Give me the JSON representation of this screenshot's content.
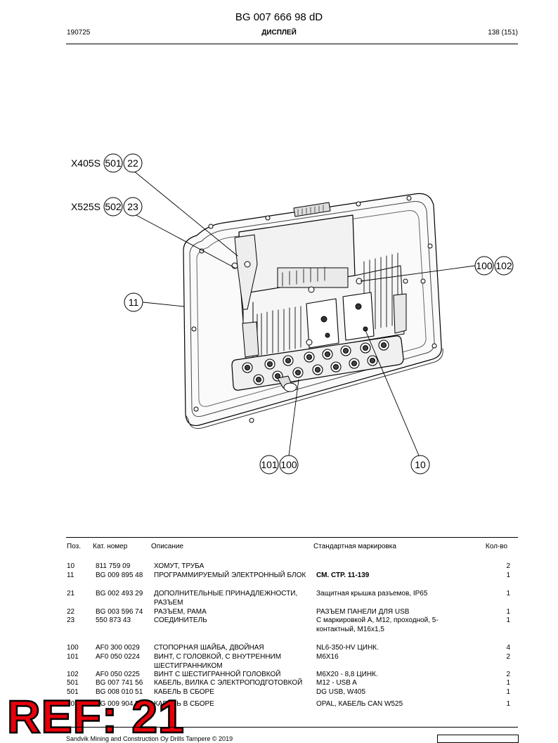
{
  "header": {
    "doc_title": "BG 007 666 98 dD",
    "date": "190725",
    "section": "ДИСПЛЕЙ",
    "page": "138 (151)"
  },
  "callouts": {
    "x405s": "X405S",
    "c501": "501",
    "c22": "22",
    "x525s": "X525S",
    "c502": "502",
    "c23": "23",
    "c11": "11",
    "c100a": "100",
    "c102": "102",
    "c101": "101",
    "c100b": "100",
    "c10": "10"
  },
  "table": {
    "headers": {
      "pos": "Поз.",
      "part": "Кат. номер",
      "desc": "Описание",
      "std": "Стандартная маркировка",
      "qty": "Кол-во"
    },
    "rows": [
      {
        "pos": "10",
        "part": "811 759 09",
        "desc": "ХОМУТ, ТРУБА",
        "std": "",
        "qty": "2"
      },
      {
        "pos": "11",
        "part": "BG 009 895 48",
        "desc": "ПРОГРАММИРУЕМЫЙ ЭЛЕКТРОННЫЙ БЛОК",
        "std": "СМ. СТР. 11-139",
        "qty": "1"
      },
      {
        "pos": "21",
        "part": "BG 002 493 29",
        "desc": "ДОПОЛНИТЕЛЬНЫЕ ПРИНАДЛЕЖНОСТИ, РАЗЪЕМ",
        "std": "Защитная крышка разъемов, IP65",
        "qty": "1"
      },
      {
        "pos": "22",
        "part": "BG 003 596 74",
        "desc": "РАЗЪЕМ, РАМА",
        "std": "РАЗЪЕМ ПАНЕЛИ ДЛЯ USB",
        "qty": "1"
      },
      {
        "pos": "23",
        "part": "550 873 43",
        "desc": "СОЕДИНИТЕЛЬ",
        "std": "С маркировкой А, М12, проходной, 5-контактный, М16х1,5",
        "qty": "1"
      },
      {
        "pos": "100",
        "part": "AF0 300 0029",
        "desc": "СТОПОРНАЯ ШАЙБА, ДВОЙНАЯ",
        "std": "NL6-350-HV ЦИНК.",
        "qty": "4"
      },
      {
        "pos": "101",
        "part": "AF0 050 0224",
        "desc": "ВИНТ, С ГОЛОВКОЙ, С ВНУТРЕННИМ ШЕСТИГРАННИКОМ",
        "std": "M6X16",
        "qty": "2"
      },
      {
        "pos": "102",
        "part": "AF0 050 0225",
        "desc": "ВИНТ С ШЕСТИГРАННОЙ ГОЛОВКОЙ",
        "std": "M6X20 - 8,8 ЦИНК.",
        "qty": "2"
      },
      {
        "pos": "501",
        "part": "BG 007 741 56",
        "desc": "КАБЕЛЬ, ВИЛКА С ЭЛЕКТРОПОДГОТОВКОЙ",
        "std": "M12 - USB A",
        "qty": "1"
      },
      {
        "pos": "501",
        "part": "BG 008 010 51",
        "desc": "КАБЕЛЬ В СБОРЕ",
        "std": "DG USB, W405",
        "qty": "1"
      },
      {
        "pos": "502",
        "part": "BG 009 904 56",
        "desc": "КАБЕЛЬ В СБОРЕ",
        "std": "OPAL, КАБЕЛЬ CAN W525",
        "qty": "1"
      }
    ]
  },
  "stamp": "REF: 21",
  "footer": "Sandvik Mining and Construction Oy Drills Tampere © 2019"
}
